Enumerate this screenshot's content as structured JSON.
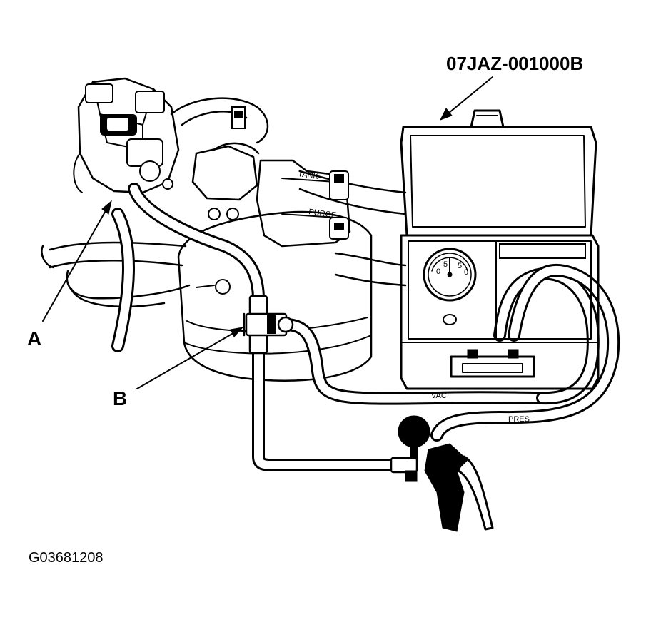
{
  "tool_number": "07JAZ-001000B",
  "callouts": {
    "a": "A",
    "b": "B"
  },
  "part_labels": {
    "tank": "TANK",
    "purge": "PURGE",
    "vac": "VAC",
    "pres": "PRES"
  },
  "figure_id": "G03681208",
  "colors": {
    "ink": "#000000",
    "paper": "#ffffff"
  }
}
